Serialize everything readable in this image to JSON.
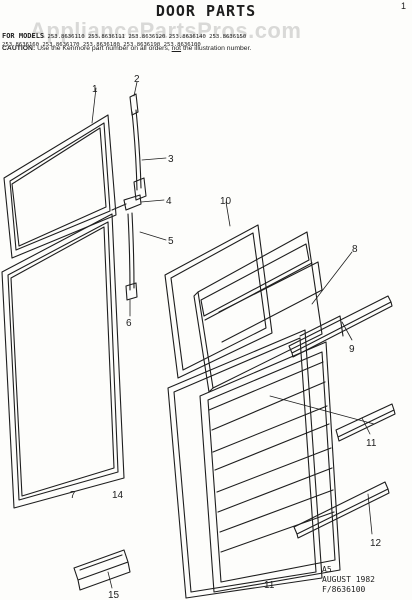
{
  "header": {
    "page_number": "1",
    "title": "DOOR PARTS",
    "models_lead": "FOR MODELS",
    "models_line1": "253.8636110  253.8636111  253.8636120  253.8636140  253.8636150",
    "models_line2": "253.8636160  253.8636170  253.8636180  253.8636190  253.8636100",
    "caution_lead": "CAUTION:",
    "caution_pre": "Use the Kenmore part number on all orders,",
    "caution_not": "not",
    "caution_post": "the illustration number."
  },
  "watermark": "AppliancePartsPros.com",
  "callouts": {
    "c1": "1",
    "c2": "2",
    "c3": "3",
    "c4": "4",
    "c5": "5",
    "c6": "6",
    "c7": "7",
    "c8": "8",
    "c9": "9",
    "c10": "10",
    "c11a": "11",
    "c11b": "11",
    "c12": "12",
    "c14": "14",
    "c15": "15"
  },
  "footer": {
    "code": "A5",
    "date": "AUGUST 1982",
    "ref": "F/8636100"
  },
  "colors": {
    "ink": "#1e1e1e",
    "paper": "#fdfdfb",
    "watermark": "#969696"
  }
}
